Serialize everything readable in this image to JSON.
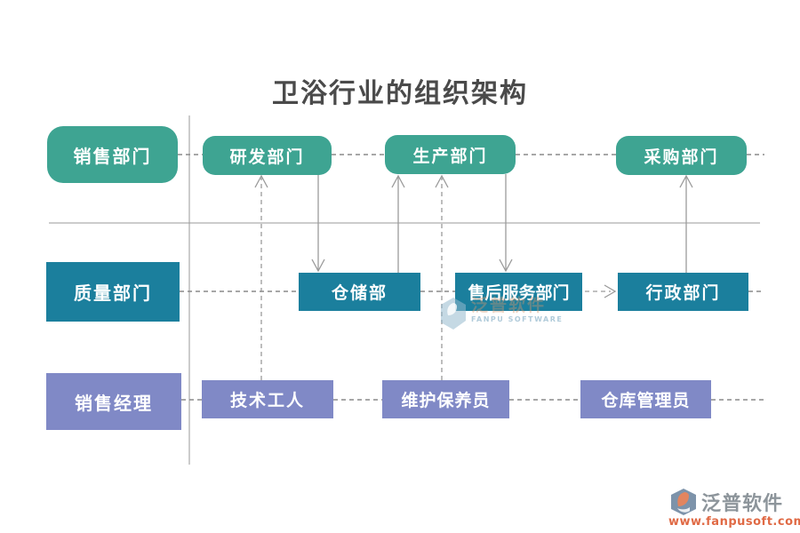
{
  "title": "卫浴行业的组织架构",
  "org": {
    "row1": [
      {
        "label": "销售部门"
      },
      {
        "label": "研发部门"
      },
      {
        "label": "生产部门"
      },
      {
        "label": "采购部门"
      }
    ],
    "row2": [
      {
        "label": "质量部门"
      },
      {
        "label": "仓储部"
      },
      {
        "label": "售后服务部门"
      },
      {
        "label": "行政部门"
      }
    ],
    "row3": [
      {
        "label": "销售经理"
      },
      {
        "label": "技术工人"
      },
      {
        "label": "维护保养员"
      },
      {
        "label": "仓库管理员"
      }
    ]
  },
  "watermark": {
    "text": "泛普软件",
    "subtext": "FANPU SOFTWARE"
  },
  "logo": {
    "name": "泛普软件",
    "url": "www.fanpusoft.com"
  },
  "colors": {
    "row1_green": "#3EA492",
    "row2_teal": "#1B7F9D",
    "row3_purple": "#8089C6",
    "connector_gray": "#999999",
    "title_text": "#4A4A4A",
    "logo_orange": "#E06A45"
  }
}
